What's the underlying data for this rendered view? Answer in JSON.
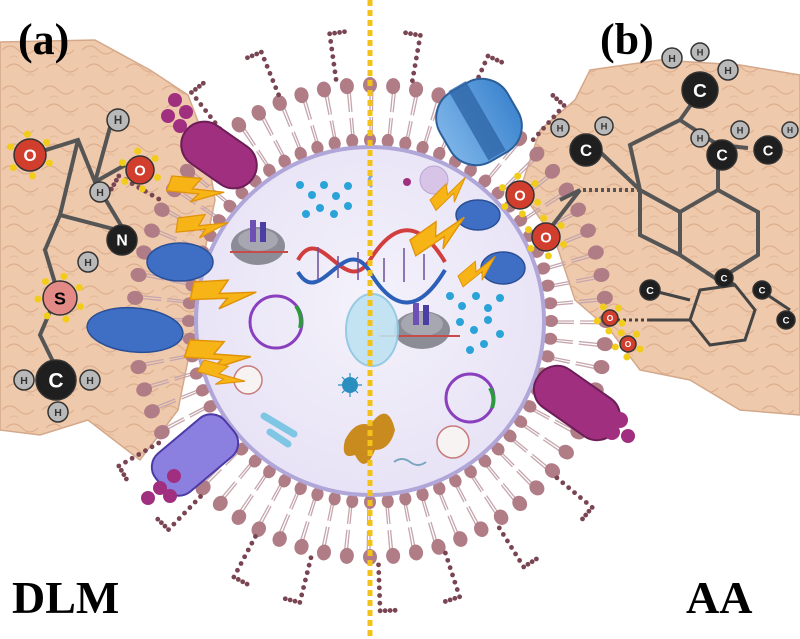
{
  "labels": {
    "panel_a": "(a)",
    "panel_b": "(b)",
    "left_name": "DLM",
    "right_name": "AA"
  },
  "atoms": {
    "oxygen": "O",
    "nitrogen": "N",
    "sulfur": "S",
    "carbon": "C",
    "hydrogen": "H"
  },
  "colors": {
    "molecule_patch": "#efc9ab",
    "membrane_head": "#b07c86",
    "cell_interior": "#ece8f8",
    "cell_border": "#b0a6d8",
    "divider": "#f2c21b",
    "lightning": "#f7b416",
    "receptor_blue": "#3f6fc4",
    "oxygen_red": "#d13e2e",
    "carbon_black": "#1f1f1f",
    "sulfur_pink": "#e38a86",
    "hydrogen_grey": "#b9b9b9",
    "magenta": "#a0307f",
    "dna_red": "#d23d3d",
    "dna_blue": "#2b5fb8"
  },
  "icons": [
    "lightning-icon",
    "dna-icon",
    "ribosome-icon",
    "plasmid-icon",
    "vesicle-icon",
    "protein-icon"
  ]
}
